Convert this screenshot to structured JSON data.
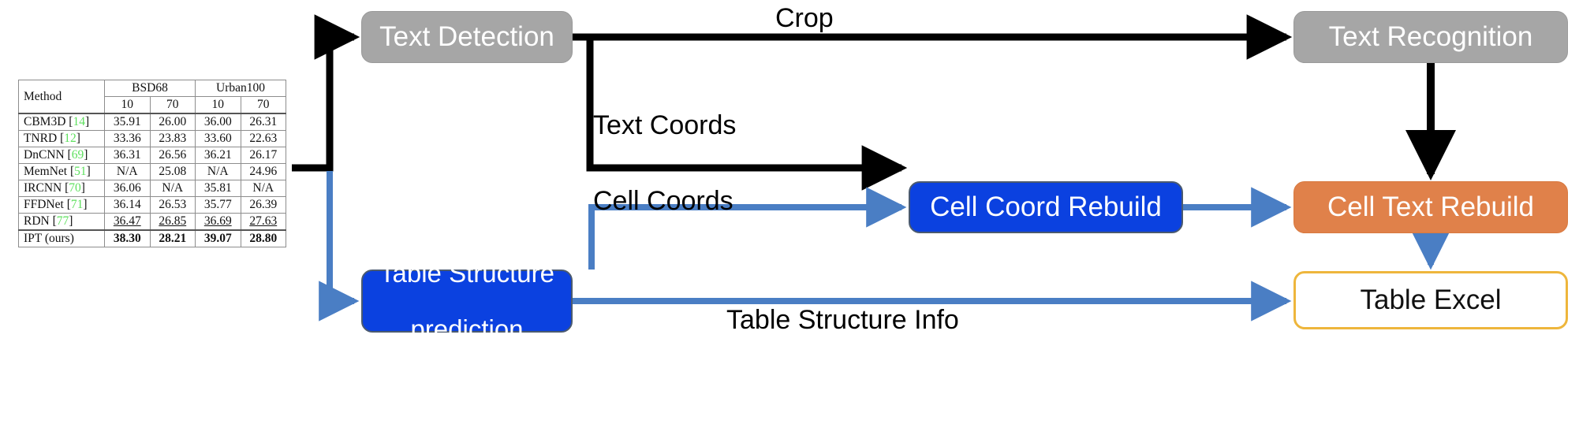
{
  "figure": {
    "nodes": [
      {
        "id": "text-detection",
        "label": "Text Detection",
        "color": "#a6a6a6"
      },
      {
        "id": "text-recognition",
        "label": "Text Recognition",
        "color": "#a6a6a6"
      },
      {
        "id": "cell-coord-rebuild",
        "label": "Cell Coord Rebuild",
        "color": "#0b41e0"
      },
      {
        "id": "cell-text-rebuild",
        "label": "Cell Text Rebuild",
        "color": "#e0814a"
      },
      {
        "id": "table-structure-prediction",
        "label_line1": "Table Structure",
        "label_line2": "prediction",
        "color": "#0b41e0"
      },
      {
        "id": "table-excel",
        "label": "Table Excel",
        "color": "#ffffff",
        "border": "#eeb63c"
      }
    ],
    "edge_labels": {
      "crop": "Crop",
      "text_coords": "Text Coords",
      "cell_coords": "Cell Coords",
      "table_structure_info": "Table Structure Info"
    },
    "edge_colors": {
      "black": "#000000",
      "blue": "#4a7ec4"
    }
  },
  "chart_data": {
    "type": "table",
    "title": "",
    "column_groups": [
      {
        "label": "Method",
        "span": 1
      },
      {
        "label": "BSD68",
        "span": 2
      },
      {
        "label": "Urban100",
        "span": 2
      }
    ],
    "subheaders": [
      "10",
      "70",
      "10",
      "70"
    ],
    "columns": [
      "Method",
      "BSD68 10",
      "BSD68 70",
      "Urban100 10",
      "Urban100 70"
    ],
    "rows": [
      {
        "method": "CBM3D",
        "ref": "14",
        "values": [
          "35.91",
          "26.00",
          "36.00",
          "26.31"
        ],
        "style": "normal"
      },
      {
        "method": "TNRD",
        "ref": "12",
        "values": [
          "33.36",
          "23.83",
          "33.60",
          "22.63"
        ],
        "style": "normal"
      },
      {
        "method": "DnCNN",
        "ref": "69",
        "values": [
          "36.31",
          "26.56",
          "36.21",
          "26.17"
        ],
        "style": "normal"
      },
      {
        "method": "MemNet",
        "ref": "51",
        "values": [
          "N/A",
          "25.08",
          "N/A",
          "24.96"
        ],
        "style": "normal"
      },
      {
        "method": "IRCNN",
        "ref": "70",
        "values": [
          "36.06",
          "N/A",
          "35.81",
          "N/A"
        ],
        "style": "normal"
      },
      {
        "method": "FFDNet",
        "ref": "71",
        "values": [
          "36.14",
          "26.53",
          "35.77",
          "26.39"
        ],
        "style": "normal"
      },
      {
        "method": "RDN",
        "ref": "77",
        "values": [
          "36.47",
          "26.85",
          "36.69",
          "27.63"
        ],
        "style": "underline"
      },
      {
        "method": "IPT (ours)",
        "ref": "",
        "values": [
          "38.30",
          "28.21",
          "39.07",
          "28.80"
        ],
        "style": "bold"
      }
    ],
    "ref_color": "#5ee05e"
  }
}
